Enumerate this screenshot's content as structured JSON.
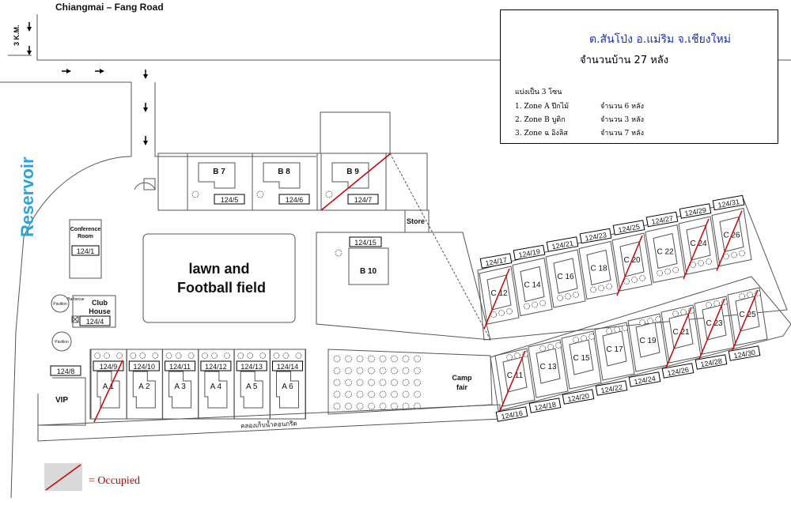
{
  "road_title": "Chiangmai – Fang Road",
  "km_marker": "3 K.M.",
  "reservoir": "Reservoir",
  "info": {
    "title": "ต.สันโป่ง อ.แม่ริม จ.เชียงใหม่",
    "subtitle": "จำนวนบ้าน 27 หลัง",
    "heading": "แบ่งเป็น 3 โซน",
    "zones": [
      {
        "name": "1. Zone A ปีกไม้",
        "count": "จำนวน 6 หลัง"
      },
      {
        "name": "2. Zone B บูติก",
        "count": "จำนวน 3 หลัง"
      },
      {
        "name": "3. Zone ฉ อิงลิส",
        "count": "จำนวน 7 หลัง"
      }
    ]
  },
  "facilities": {
    "conference_line1": "Conference",
    "conference_line2": "Room",
    "conference_no": "124/1",
    "club_line1": "Club",
    "club_line2": "House",
    "club_no": "124/4",
    "barbecue": "Barbecue",
    "pavilion1": "Pavilion",
    "pavilion2": "Pavilion",
    "vip": "VIP",
    "vip_no": "124/8",
    "lawn_line1": "lawn and",
    "lawn_line2": "Football field",
    "store": "Store",
    "camp_line1": "Camp",
    "camp_line2": "fair",
    "canal": "คลองเก็บน้ำคอนกรีต"
  },
  "zone_b": [
    {
      "name": "B 7",
      "no": "124/5",
      "occupied": false
    },
    {
      "name": "B 8",
      "no": "124/6",
      "occupied": false
    },
    {
      "name": "B 9",
      "no": "124/7",
      "occupied": true
    },
    {
      "name": "B 10",
      "no": "124/15",
      "occupied": false
    }
  ],
  "zone_a": [
    {
      "name": "A 1",
      "no": "124/9",
      "occupied": true
    },
    {
      "name": "A 2",
      "no": "124/10",
      "occupied": false
    },
    {
      "name": "A 3",
      "no": "124/11",
      "occupied": false
    },
    {
      "name": "A 4",
      "no": "124/12",
      "occupied": false
    },
    {
      "name": "A 5",
      "no": "124/13",
      "occupied": false
    },
    {
      "name": "A 6",
      "no": "124/14",
      "occupied": false
    }
  ],
  "zone_c_top": [
    {
      "name": "C 12",
      "no": "124/17",
      "occupied": true
    },
    {
      "name": "C 14",
      "no": "124/19",
      "occupied": false
    },
    {
      "name": "C 16",
      "no": "124/21",
      "occupied": false
    },
    {
      "name": "C 18",
      "no": "124/23",
      "occupied": false
    },
    {
      "name": "C 20",
      "no": "124/25",
      "occupied": true
    },
    {
      "name": "C 22",
      "no": "124/27",
      "occupied": false
    },
    {
      "name": "C 24",
      "no": "124/29",
      "occupied": true
    },
    {
      "name": "C 26",
      "no": "124/31",
      "occupied": true
    }
  ],
  "zone_c_bottom": [
    {
      "name": "C 11",
      "no": "124/16",
      "occupied": true
    },
    {
      "name": "C 13",
      "no": "124/18",
      "occupied": false
    },
    {
      "name": "C 15",
      "no": "124/20",
      "occupied": false
    },
    {
      "name": "C 17",
      "no": "124/22",
      "occupied": false
    },
    {
      "name": "C 19",
      "no": "124/24",
      "occupied": false
    },
    {
      "name": "C 21",
      "no": "124/26",
      "occupied": true
    },
    {
      "name": "C 23",
      "no": "124/28",
      "occupied": true
    },
    {
      "name": "C 25",
      "no": "124/30",
      "occupied": true
    }
  ],
  "legend": "= Occupied",
  "colors": {
    "occupied": "#cc0000",
    "reservoir": "#29a3dc",
    "info_title": "#1a2fb0"
  }
}
